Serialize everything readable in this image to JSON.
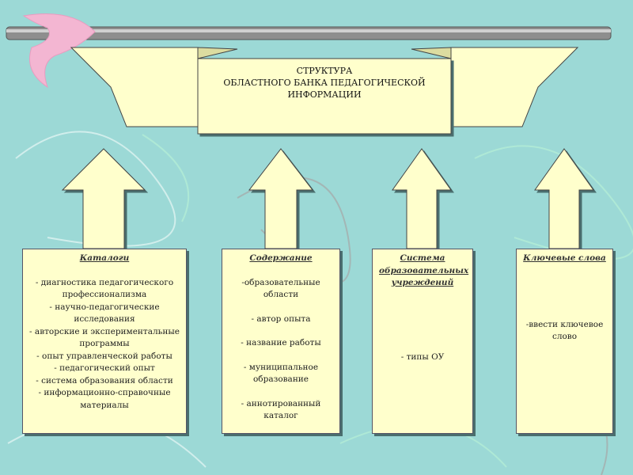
{
  "title": {
    "line1": "СТРУКТУРА",
    "line2": "ОБЛАСТНОГО  БАНКА ПЕДАГОГИЧЕСКОЙ",
    "line3": "ИНФОРМАЦИИ"
  },
  "boxes": [
    {
      "heading": "Каталоги",
      "items": [
        "- диагностика педагогического профессионализма",
        "- научно-педагогические исследования",
        "- авторские и экспериментальные программы",
        "- опыт управленческой работы",
        "- педагогический опыт",
        "- система образования области",
        "- информационно-справочные материалы"
      ]
    },
    {
      "heading": "Содержание",
      "items": [
        "-образовательные области",
        "- автор опыта",
        "- название работы",
        "- муниципальное образование",
        "- аннотированный каталог"
      ]
    },
    {
      "heading": "Система образовательных учреждений",
      "items": [
        "- типы ОУ"
      ]
    },
    {
      "heading": "Ключевые слова",
      "items": [
        "-ввести ключевое слово"
      ]
    }
  ],
  "colors": {
    "background": "#9cd9d6",
    "panel": "#ffffcc"
  }
}
